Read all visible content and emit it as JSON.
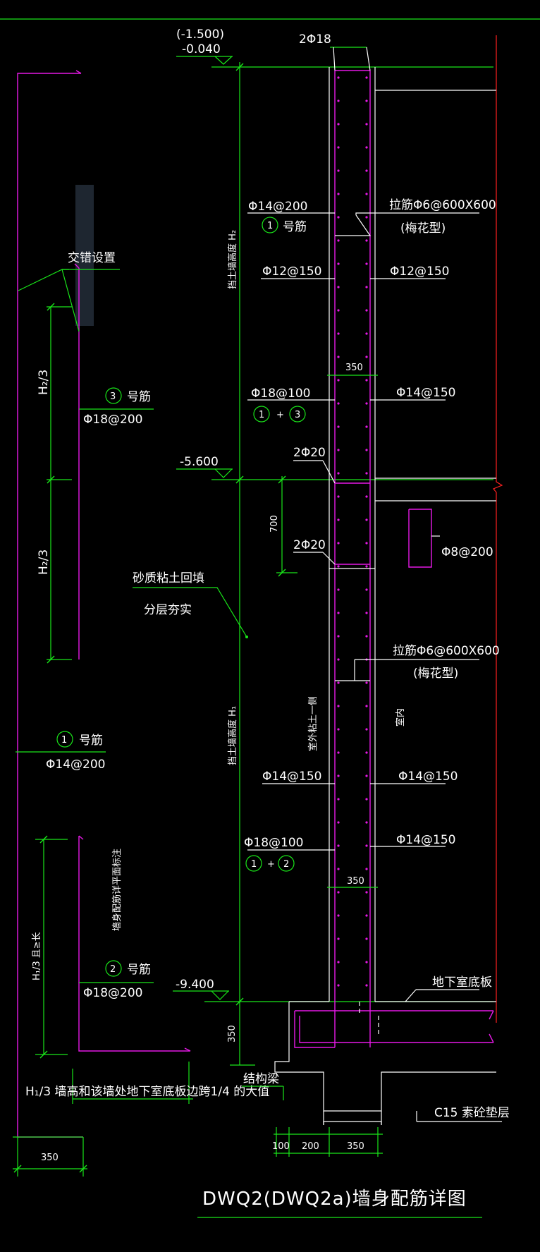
{
  "title": "DWQ2(DWQ2a)墙身配筋详图",
  "colors": {
    "background": "#000000",
    "dimension": "#19e619",
    "rebar": "#e619e6",
    "outline": "#ffffff",
    "axis": "#ff2020"
  },
  "elevations": {
    "top_paren": "(-1.500)",
    "top": "-0.040",
    "mid": "-5.600",
    "bottom": "-9.400"
  },
  "left_column": {
    "stagger_note": "交错设置",
    "h2_third_upper": "H₂/3",
    "h2_third_lower": "H₂/3",
    "bar3": {
      "mark": "3",
      "mark_suffix": "号筋",
      "spec": "Φ18@200"
    },
    "bar1": {
      "mark": "1",
      "mark_suffix": "号筋",
      "spec": "Φ14@200"
    },
    "bar2": {
      "mark": "2",
      "mark_suffix": "号筋",
      "spec": "Φ18@200"
    },
    "h1_third": "H₁/3 且≥长",
    "vertical_note": "墙身配筋详平面标注",
    "bottom_note": "H₁/3  墙高和该墙处地下室底板边跨1/4 的大值",
    "dim_350": "350"
  },
  "middle": {
    "h2_label": "挡土墙高度 H₂",
    "h1_label": "挡土墙高度 H₁",
    "backfill_1": "砂质粘土回填",
    "backfill_2": "分层夯实",
    "dim_700": "700",
    "dim_350_bottom": "350",
    "beam_label": "结构梁"
  },
  "wall": {
    "top_bar": "2Φ18",
    "bar_left_1": "Φ14@200",
    "bar_left_1_mark": "1",
    "bar_left_1_suffix": "号筋",
    "tie_1": "拉筋Φ6@600X600",
    "tie_1_note": "(梅花型)",
    "bar_left_2": "Φ12@150",
    "bar_right_2": "Φ12@150",
    "dim_thick_1": "350",
    "bar_left_3": "Φ18@100",
    "bar_left_3_marks": [
      "1",
      "+",
      "3"
    ],
    "bar_right_3": "Φ14@150",
    "beam_bar_1": "2Φ20",
    "beam_bar_2": "2Φ20",
    "beam_stirrup": "Φ8@200",
    "tie_2": "拉筋Φ6@600X600",
    "tie_2_note": "(梅花型)",
    "outside_label": "室外粘土一侧",
    "inside_label": "室内",
    "bar_left_4": "Φ14@150",
    "bar_right_4": "Φ14@150",
    "bar_left_5": "Φ18@100",
    "bar_left_5_marks": [
      "1",
      "+",
      "2"
    ],
    "bar_right_5": "Φ14@150",
    "dim_thick_2": "350",
    "slab_label": "地下室底板",
    "cushion_label": "C15 素砼垫层",
    "dim_bottom": [
      "100",
      "200",
      "350"
    ]
  }
}
